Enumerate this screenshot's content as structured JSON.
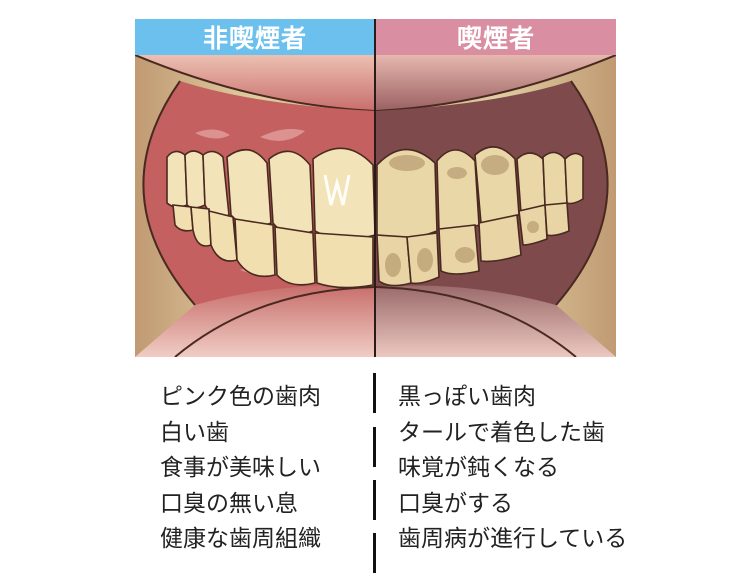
{
  "header": {
    "non_smoker": "非喫煙者",
    "smoker": "喫煙者"
  },
  "colors": {
    "non_smoker_header": "#6cc0ee",
    "smoker_header": "#d98ea2",
    "healthy_gum": "#c7676a",
    "smoker_gum": "#7a4a4c",
    "tooth": "#f3e3b8",
    "stain": "#a88c62",
    "skin": "#c9a67c"
  },
  "illustration": {
    "left_label": "healthy-teeth-illustration",
    "right_label": "smoker-teeth-illustration"
  },
  "non_smoker_items": [
    "ピンク色の歯肉",
    "白い歯",
    "食事が美味しい",
    "口臭の無い息",
    "健康な歯周組織"
  ],
  "smoker_items": [
    "黒っぽい歯肉",
    "タールで着色した歯",
    "味覚が鈍くなる",
    "口臭がする",
    "歯周病が進行している"
  ]
}
